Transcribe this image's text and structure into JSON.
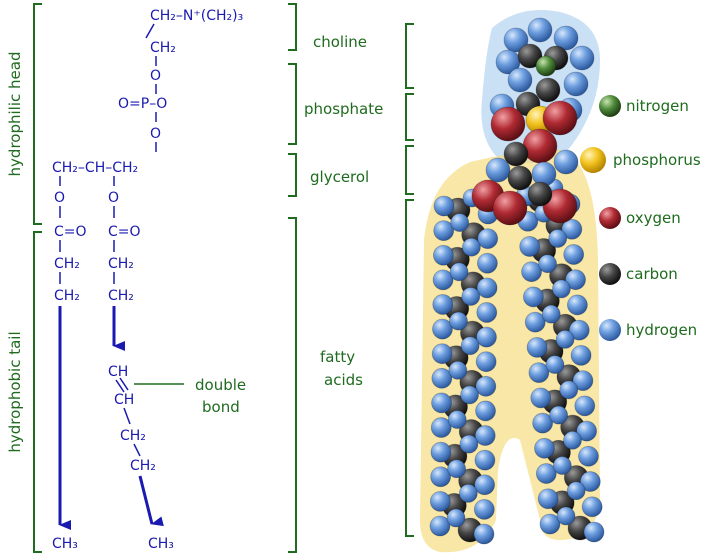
{
  "labels": {
    "head": "hydrophilic head",
    "tail": "hydrophobic tail",
    "choline": "choline",
    "phosphate": "phosphate",
    "glycerol": "glycerol",
    "fatty_1": "fatty",
    "fatty_2": "acids",
    "double_1": "double",
    "double_2": "bond"
  },
  "formula": {
    "choline_top": "CH₂–N⁺(CH₂)₃",
    "choline_ch2": "CH₂",
    "o1": "O",
    "p_line": "O=P–O",
    "o2": "O",
    "glycerol_line": "CH₂–CH–CH₂",
    "o_left": "O",
    "o_right": "O",
    "co_left": "C=O",
    "co_right": "C=O",
    "l_ch2_a": "CH₂",
    "l_ch2_b": "CH₂",
    "r_ch2_a": "CH₂",
    "r_ch2_b": "CH₂",
    "ch_a": "CH",
    "ch_b": "CH",
    "r_ch2_c": "CH₂",
    "r_ch2_d": "CH₂",
    "ch3_left": "CH₃",
    "ch3_right": "CH₃"
  },
  "legend": [
    {
      "name": "nitrogen",
      "color": "#4f8a3a"
    },
    {
      "name": "phosphorus",
      "color": "#f2c21e"
    },
    {
      "name": "oxygen",
      "color": "#b02a33"
    },
    {
      "name": "carbon",
      "color": "#3c3c3c"
    },
    {
      "name": "hydrogen",
      "color": "#5b8fd6"
    }
  ],
  "colors": {
    "formula": "#1a1ab0",
    "label": "#1f6b1f",
    "head_glow": "#b8d6f2",
    "tail_glow": "#f7df8a"
  }
}
